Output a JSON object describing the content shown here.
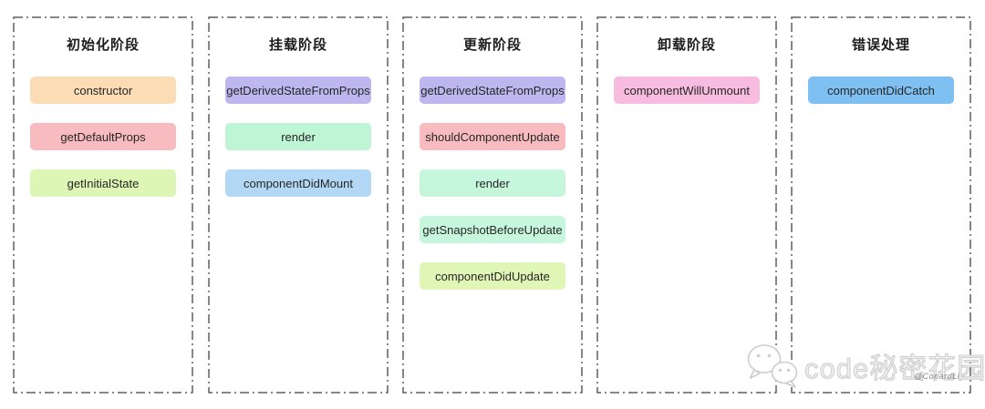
{
  "diagram": {
    "border_color": "#5e5e5e",
    "columns": [
      {
        "title": "初始化阶段",
        "items": [
          {
            "label": "constructor",
            "color": "#fcdcb4"
          },
          {
            "label": "getDefaultProps",
            "color": "#f8bcc0"
          },
          {
            "label": "getInitialState",
            "color": "#ddf6b6"
          }
        ]
      },
      {
        "title": "挂载阶段",
        "items": [
          {
            "label": "getDerivedStateFromProps",
            "color": "#beb7ef"
          },
          {
            "label": "render",
            "color": "#bef5d5"
          },
          {
            "label": "componentDidMount",
            "color": "#b3d8f6"
          }
        ]
      },
      {
        "title": "更新阶段",
        "items": [
          {
            "label": "getDerivedStateFromProps",
            "color": "#beb7ef"
          },
          {
            "label": "shouldComponentUpdate",
            "color": "#f8bcc0"
          },
          {
            "label": "render",
            "color": "#c6f6dc"
          },
          {
            "label": "getSnapshotBeforeUpdate",
            "color": "#c6f6dc"
          },
          {
            "label": "componentDidUpdate",
            "color": "#e0f6b6"
          }
        ]
      },
      {
        "title": "卸载阶段",
        "items": [
          {
            "label": "componentWillUnmount",
            "color": "#f9bce1"
          }
        ]
      },
      {
        "title": "错误处理",
        "items": [
          {
            "label": "componentDidCatch",
            "color": "#7fc0f3"
          }
        ]
      }
    ]
  },
  "watermark": {
    "brand": "code秘密花园",
    "signature": "@ConardLi",
    "icon": "wechat-chat-bubbles-icon",
    "text_color": "#d2d2d2"
  }
}
